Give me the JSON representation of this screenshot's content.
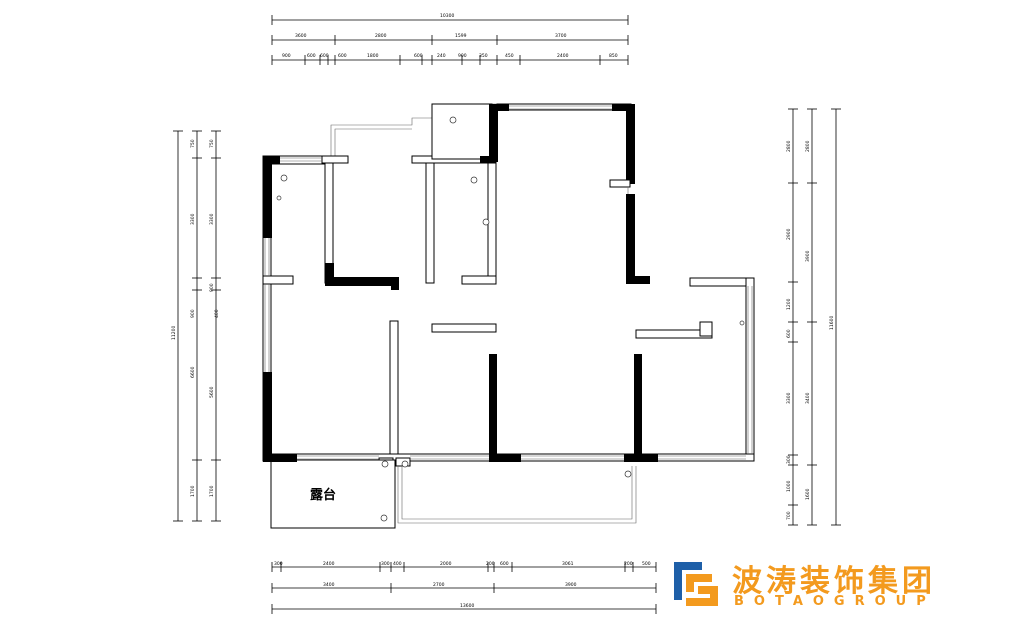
{
  "colors": {
    "wall": "#000000",
    "line": "#000000",
    "logo_orange": "#f39a1e",
    "logo_blue": "#1e5fa8",
    "background": "#ffffff"
  },
  "dimensions": {
    "top_total": "10300",
    "top_row2": [
      "3600",
      "2800",
      "1599",
      "3700"
    ],
    "top_row3": [
      "900",
      "600",
      "600",
      "600",
      "1800",
      "600",
      "240",
      "900",
      "350",
      "450",
      "2400",
      "850"
    ],
    "bottom_row1": [
      "300",
      "2400",
      "300",
      "400",
      "2000",
      "200",
      "600",
      "3061",
      "200",
      "500"
    ],
    "bottom_row2": [
      "3400",
      "2700",
      "3900"
    ],
    "bottom_total": "13600",
    "left_total": "11200",
    "left_row1": [
      "750",
      "3300",
      "900",
      "400",
      "6600",
      "1700"
    ],
    "left_row2": [
      "750",
      "3300",
      "900",
      "5600",
      "1700"
    ],
    "right_total": "11600",
    "right_row1": [
      "2800",
      "2900",
      "1200",
      "600",
      "3300",
      "300",
      "1000",
      "700"
    ],
    "right_row2": [
      "2800",
      "3900",
      "3400",
      "1600"
    ]
  },
  "rooms": {
    "terrace_label": "露台"
  },
  "logo": {
    "name_cn": "波涛装饰集团",
    "name_en": "BOTAOGROUP",
    "mark_icon": "botao-logo-mark"
  }
}
